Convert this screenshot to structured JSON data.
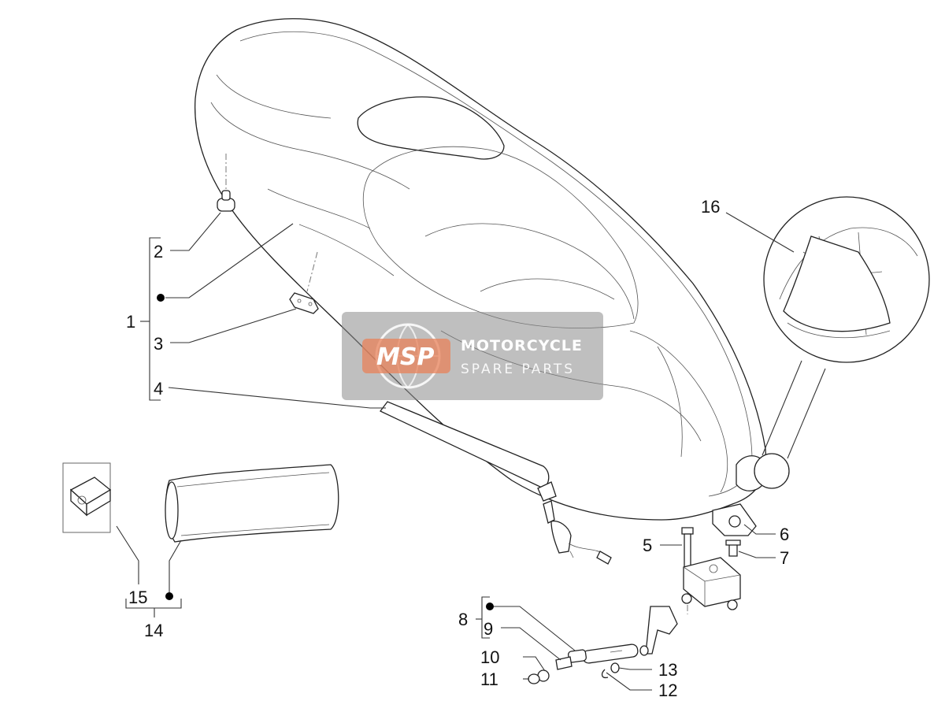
{
  "diagram": {
    "callouts": [
      "1",
      "2",
      "3",
      "4",
      "5",
      "6",
      "7",
      "8",
      "9",
      "10",
      "11",
      "12",
      "13",
      "14",
      "15",
      "16"
    ]
  },
  "watermark": {
    "logo": "MSP",
    "title": "MOTORCYCLE",
    "subtitle": "SPARE PARTS"
  },
  "colors": {
    "watermark_accent": "#e8825a",
    "watermark_box": "#8a8a8a"
  }
}
